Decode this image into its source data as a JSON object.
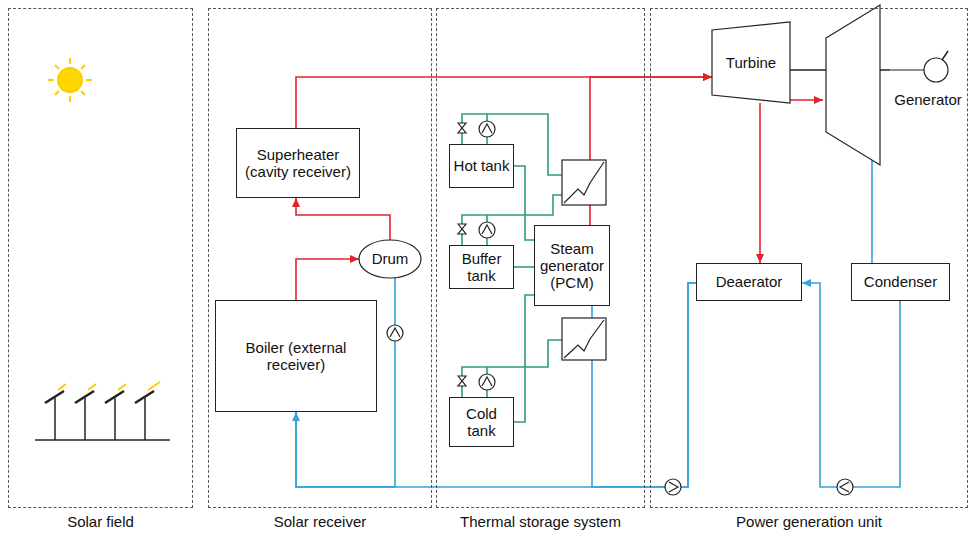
{
  "diagram": {
    "nodes": [
      {
        "text": [
          "Solar field"
        ]
      },
      {
        "text": [
          "Solar receiver"
        ]
      },
      {
        "text": [
          "Superheater (cavity receiver)"
        ],
        "in": 1
      },
      {
        "text": [
          "Drum"
        ],
        "in": 1
      },
      {
        "text": [
          "Boiler (external receiver)"
        ],
        "in": 1
      },
      {
        "text": [
          "Thermal storage system"
        ]
      },
      {
        "text": [
          "Hot tank"
        ],
        "in": 5
      },
      {
        "text": [
          "Buffer tank"
        ],
        "in": 5
      },
      {
        "text": [
          "Steam generator (PCM)"
        ],
        "in": 5
      },
      {
        "text": [
          "Cold tank"
        ],
        "in": 5
      },
      {
        "text": [
          "Power generation unit"
        ]
      },
      {
        "text": [
          "Turbine"
        ],
        "in": 10
      },
      {
        "text": [
          "Generator"
        ],
        "in": 10
      },
      {
        "text": [
          "Deaerator"
        ],
        "in": 10
      },
      {
        "text": [
          "Condenser"
        ],
        "in": 10
      }
    ],
    "edges": [
      {
        "from": 4,
        "to": 3,
        "arrow": "to"
      },
      {
        "from": 3,
        "to": 2,
        "arrow": "to"
      },
      {
        "from": 2,
        "to": 11,
        "arrow": "to"
      },
      {
        "from": 8,
        "to": 11,
        "arrow": "to"
      },
      {
        "from": 11,
        "to": 13,
        "arrow": "to"
      },
      {
        "from": 14,
        "to": 13,
        "arrow": "to"
      },
      {
        "from": 13,
        "to": 4,
        "arrow": "to"
      },
      {
        "from": 3,
        "to": 4,
        "arrow": "none"
      },
      {
        "from": 13,
        "to": 8,
        "arrow": "none"
      },
      {
        "from": 6,
        "to": 8,
        "arrow": "none"
      },
      {
        "from": 7,
        "to": 8,
        "arrow": "none"
      },
      {
        "from": 9,
        "to": 8,
        "arrow": "none"
      },
      {
        "from": 11,
        "to": 12,
        "arrow": "none"
      }
    ]
  }
}
